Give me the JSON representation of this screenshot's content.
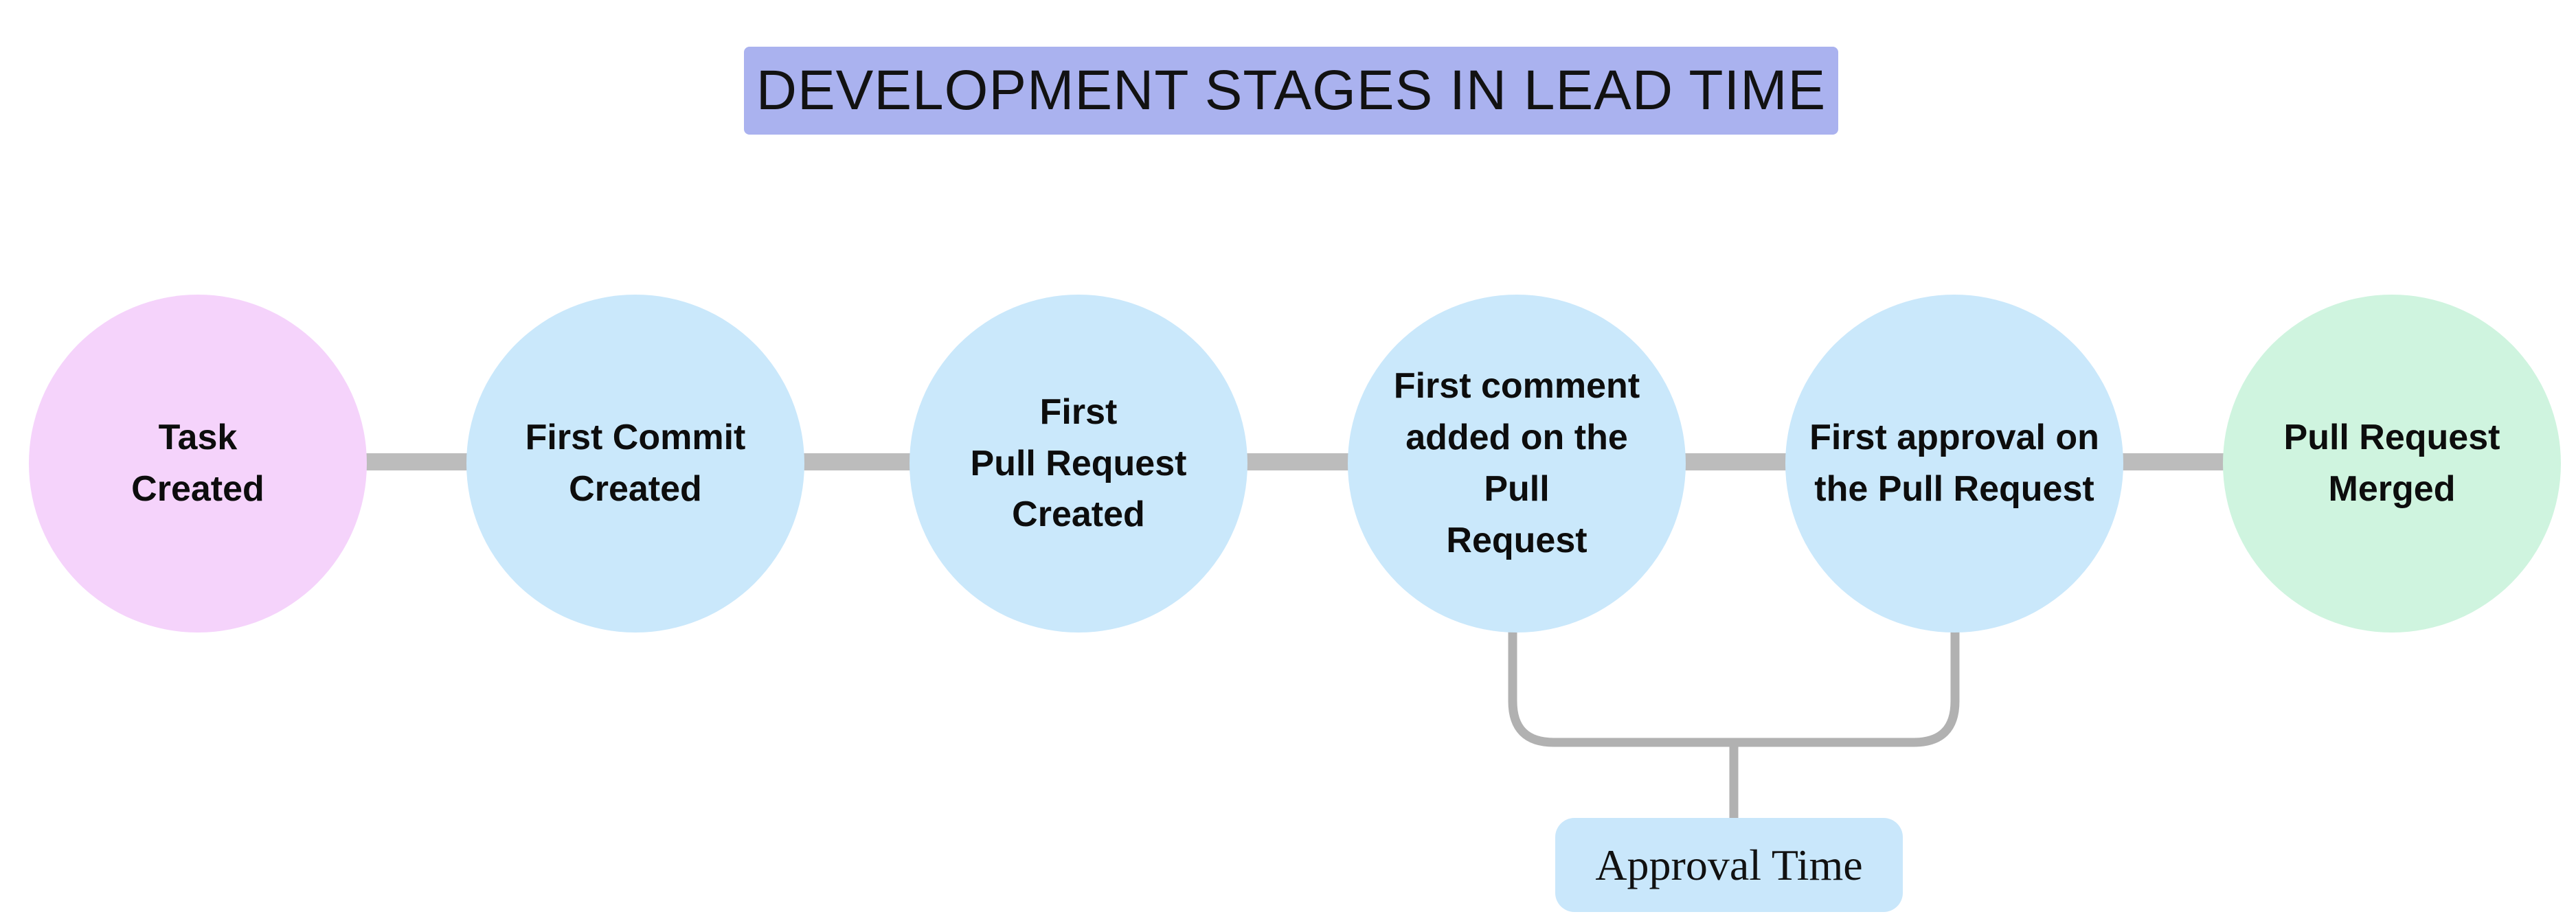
{
  "title": {
    "text": "DEVELOPMENT STAGES IN LEAD TIME",
    "bg": "#AAB2EF"
  },
  "stages": [
    {
      "label": "Task\nCreated",
      "color": "#F5D3FB"
    },
    {
      "label": "First Commit\nCreated",
      "color": "#CAE8FB"
    },
    {
      "label": "First\nPull Request\nCreated",
      "color": "#CAE8FB"
    },
    {
      "label": "First comment\nadded on the Pull\nRequest",
      "color": "#CAE8FB"
    },
    {
      "label": "First approval on\nthe Pull Request",
      "color": "#CAE8FB"
    },
    {
      "label": "Pull Request\nMerged",
      "color": "#CFF4DF"
    }
  ],
  "connector": {
    "color": "#BCBCBC"
  },
  "bracket": {
    "label": "Approval Time",
    "label_bg": "#C9E7FB",
    "line_color": "#B1B1B1"
  }
}
